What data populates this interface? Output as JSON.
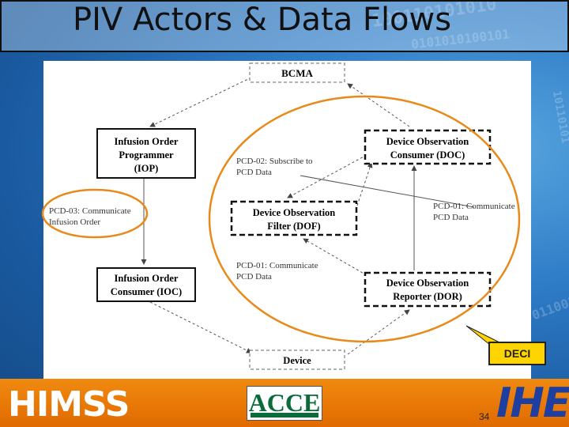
{
  "title": "PIV Actors & Data Flows",
  "boxes": {
    "bcma": "BCMA",
    "iop_l1": "Infusion Order",
    "iop_l2": "Programmer",
    "iop_l3": "(IOP)",
    "doc_l1": "Device Observation",
    "doc_l2": "Consumer (DOC)",
    "dof_l1": "Device Observation",
    "dof_l2": "Filter (DOF)",
    "ioc_l1": "Infusion Order",
    "ioc_l2": "Consumer (IOC)",
    "dor_l1": "Device Observation",
    "dor_l2": "Reporter (DOR)",
    "device": "Device"
  },
  "flows": {
    "pcd02_l1": "PCD-02: Subscribe to",
    "pcd02_l2": "PCD Data",
    "pcd03_l1": "PCD-03: Communicate",
    "pcd03_l2": "Infusion Order",
    "pcd01a_l1": "PCD-01: Communicate",
    "pcd01a_l2": "PCD Data",
    "pcd01b_l1": "PCD-01: Communicate",
    "pcd01b_l2": "PCD Data"
  },
  "callout": "DECI",
  "footer": {
    "himss": "HIMSS",
    "acce": "ACCE",
    "page_number": "34",
    "ihe": "IHE"
  },
  "colors": {
    "highlight_ellipse": "#e88a1a",
    "callout_bg": "#ffd400",
    "footer_bg": "#e87800",
    "ihe_blue": "#1e3fa0",
    "acce_green": "#0b6b3a"
  }
}
